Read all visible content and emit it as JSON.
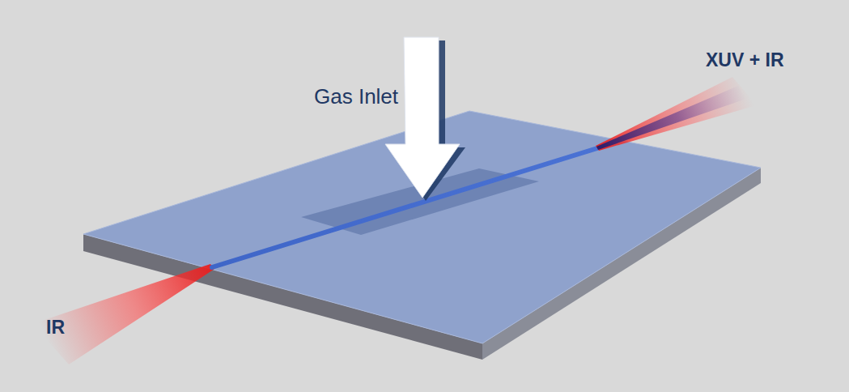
{
  "diagram": {
    "labels": [
      "Gas Inlet",
      "IR",
      "XUV + IR"
    ]
  }
}
